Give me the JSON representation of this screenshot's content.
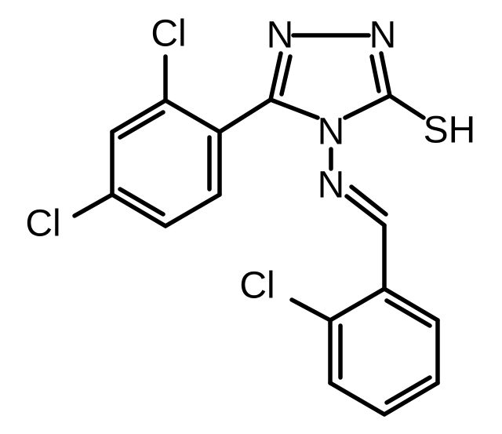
{
  "structure": {
    "atoms": {
      "n1": "N",
      "n2": "N",
      "n4": "N",
      "n_imine": "N",
      "sh": "SH",
      "cl_top": "Cl",
      "cl_left": "Cl",
      "cl_bottom": "Cl"
    }
  }
}
